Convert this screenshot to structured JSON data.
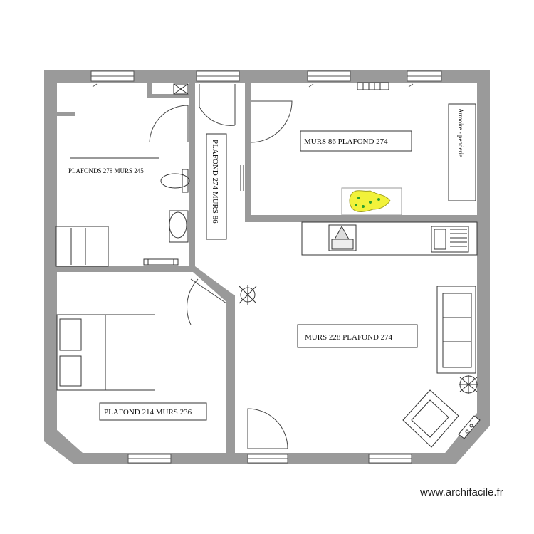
{
  "rooms": {
    "bathroom_label": "PLAFONDS 278  MURS 245",
    "hall_label": "PLAFOND 274 MURS 86",
    "upper_room_label": "MURS 86 PLAFOND 274",
    "wardrobe_label": "Armoire - penderie",
    "bedroom_label": "PLAFOND 214 MURS 236",
    "living_label": "MURS 228 PLAFOND 274"
  },
  "watermark": "www.archifacile.fr",
  "colors": {
    "wall": "#9a9a9a",
    "line": "#333333",
    "rug": "#f2f23a"
  }
}
